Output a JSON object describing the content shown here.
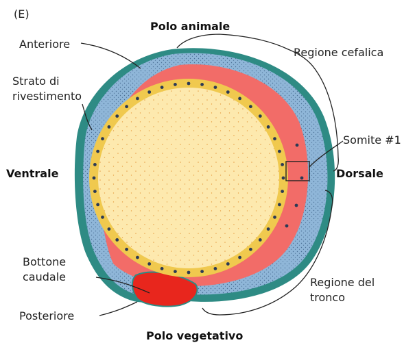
{
  "panel_label": "(E)",
  "labels": {
    "polo_animale": "Polo animale",
    "polo_vegetativo": "Polo vegetativo",
    "ventrale": "Ventrale",
    "dorsale": "Dorsale",
    "anteriore": "Anteriore",
    "strato_line1": "Strato di",
    "strato_line2": "rivestimento",
    "bottone_line1": "Bottone",
    "bottone_line2": "caudale",
    "posteriore": "Posteriore",
    "regione_cefalica": "Regione cefalica",
    "somite": "Somite #1",
    "regione_tronco_line1": "Regione del",
    "regione_tronco_line2": "tronco"
  },
  "colors": {
    "outer_layer": "#2e8b84",
    "stippled_layer": "#8fb6d8",
    "mesoderm_red": "#f26c68",
    "tailbud_red": "#e8261d",
    "yolk_rim": "#f0c94e",
    "yolk": "#fde9ae",
    "yolk_dots": "#e8a24a",
    "yolk_nuclei": "#2b3a55"
  }
}
